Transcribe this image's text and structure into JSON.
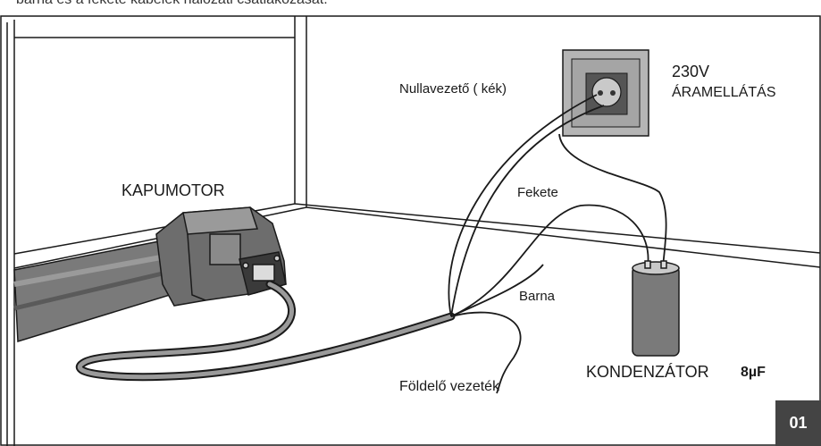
{
  "caption": "barna és a fekete kábelek hálózati csatlakozását.",
  "labels": {
    "motor": "KAPUMOTOR",
    "neutral": "Nullavezető ( kék)",
    "voltage": "230V",
    "power_supply": "ÁRAMELLÁTÁS",
    "black": "Fekete",
    "brown": "Barna",
    "ground": "Földelő vezeték",
    "capacitor": "KONDENZÁTOR",
    "capacitance": "8µF"
  },
  "page_badge": "01",
  "colors": {
    "line": "#1a1a1a",
    "fill_dark": "#555555",
    "fill_mid": "#8a8a8a",
    "fill_light": "#b5b5b5",
    "badge": "#444444"
  }
}
